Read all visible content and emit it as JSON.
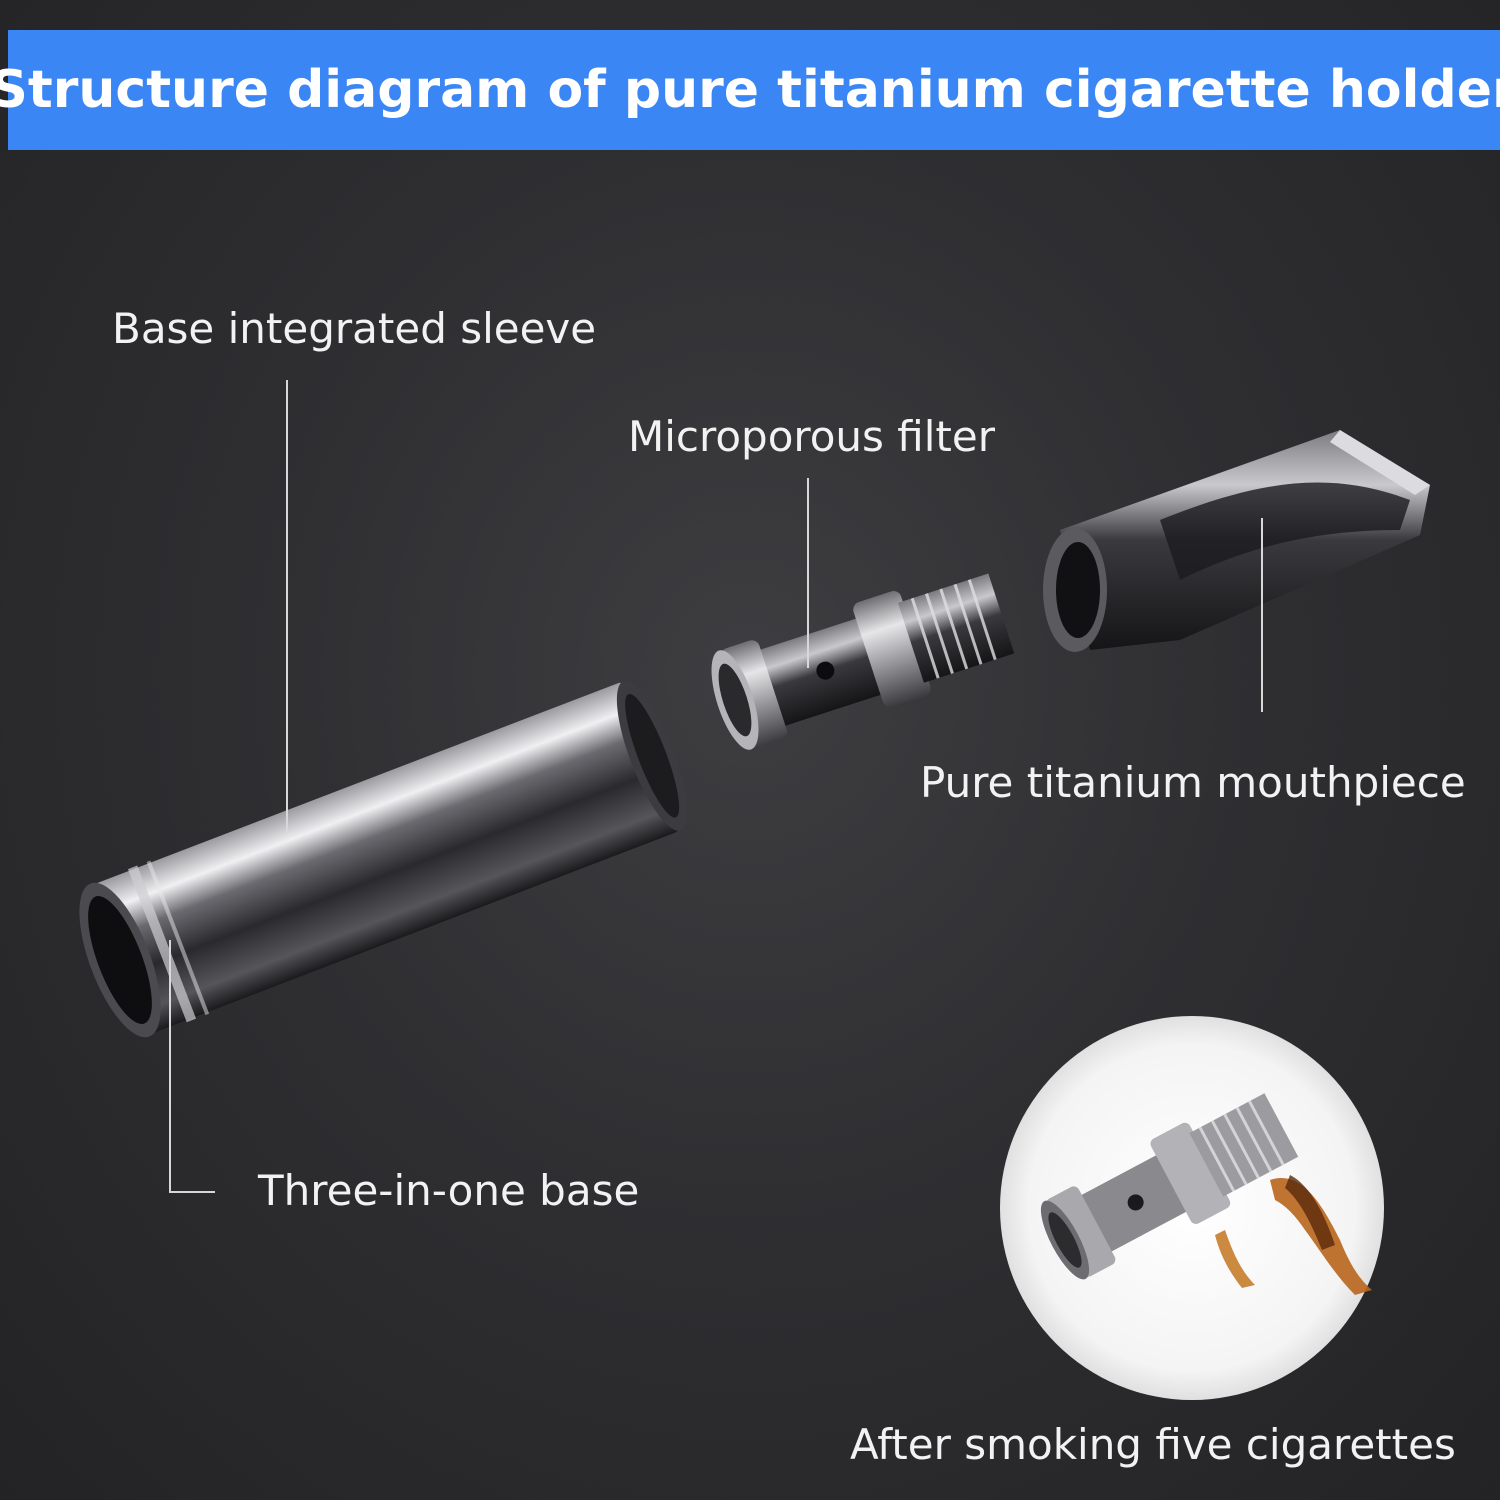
{
  "header": {
    "title": "Structure diagram of pure titanium cigarette holder",
    "background_color": "#3a86f4"
  },
  "labels": {
    "sleeve": "Base integrated sleeve",
    "filter": "Microporous filter",
    "mouthpiece": "Pure titanium mouthpiece",
    "base": "Three-in-one base",
    "inset_caption": "After smoking five cigarettes"
  },
  "colors": {
    "background": "#2f2f32",
    "label_text": "#f2f2f2",
    "leader_line": "#d8d8d8",
    "tar_stain": "#b8651c"
  }
}
